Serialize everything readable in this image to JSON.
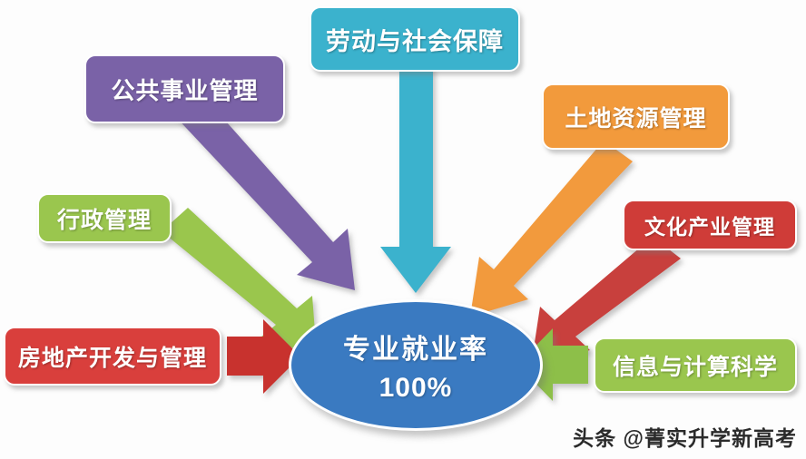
{
  "diagram": {
    "center": {
      "title": "专业就业率",
      "value": "100%",
      "color": "#3a7ac1"
    },
    "nodes": [
      {
        "id": "labor",
        "label": "劳动与社会保障",
        "color": "#3bb2cd",
        "arrow_color": "#3bb2cd",
        "position": "top"
      },
      {
        "id": "public",
        "label": "公共事业管理",
        "color": "#7a62a7",
        "arrow_color": "#7a62a7",
        "position": "top-left"
      },
      {
        "id": "land",
        "label": "土地资源管理",
        "color": "#f29a3c",
        "arrow_color": "#f29a3c",
        "position": "top-right"
      },
      {
        "id": "admin",
        "label": "行政管理",
        "color": "#9ac64e",
        "arrow_color": "#9ac64e",
        "position": "left"
      },
      {
        "id": "culture",
        "label": "文化产业管理",
        "color": "#cf3c38",
        "arrow_color": "#c8413c",
        "position": "right"
      },
      {
        "id": "realestate",
        "label": "房地产开发与管理",
        "color": "#d93f3c",
        "arrow_color": "#c8332f",
        "position": "bottom-left"
      },
      {
        "id": "infoscience",
        "label": "信息与计算科学",
        "color": "#9ac64e",
        "arrow_color": "#8dbf49",
        "position": "bottom-right"
      }
    ],
    "watermark": "头条 @菁实升学新高考"
  }
}
